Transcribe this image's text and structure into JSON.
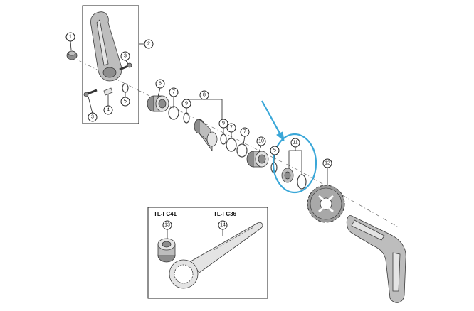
{
  "callouts": [
    "1",
    "2",
    "3",
    "3",
    "4",
    "5",
    "6",
    "7",
    "8",
    "9",
    "9",
    "7",
    "7",
    "10",
    "5",
    "11",
    "12",
    "13",
    "14"
  ],
  "tools": {
    "left_label": "TL-FC41",
    "right_label": "TL-FC36"
  },
  "highlight_color": "#3aa7d8"
}
